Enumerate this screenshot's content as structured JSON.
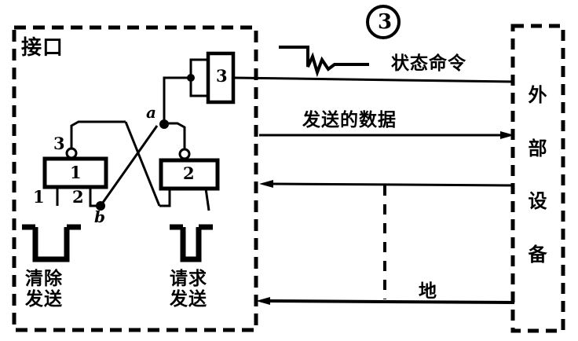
{
  "figure": {
    "number_badge": "3",
    "interface_box_label": "接口",
    "external_device_label": [
      "外",
      "部",
      "设",
      "备"
    ],
    "signals": {
      "status_command": "状态命令",
      "transmitted_data": "发送的数据",
      "ground": "地"
    },
    "gates": {
      "gate1": "1",
      "gate2": "2",
      "gate3": "3"
    },
    "pin_labels": {
      "pin3": "3",
      "pin1": "1",
      "pin2": "2"
    },
    "nodes": {
      "node_a": "a",
      "node_b": "b"
    },
    "bottom_labels": {
      "clear_to_send": [
        "清除",
        "发送"
      ],
      "request_to_send": [
        "请求",
        "发送"
      ]
    }
  },
  "colors": {
    "ink": "#000000",
    "paper": "#ffffff"
  }
}
